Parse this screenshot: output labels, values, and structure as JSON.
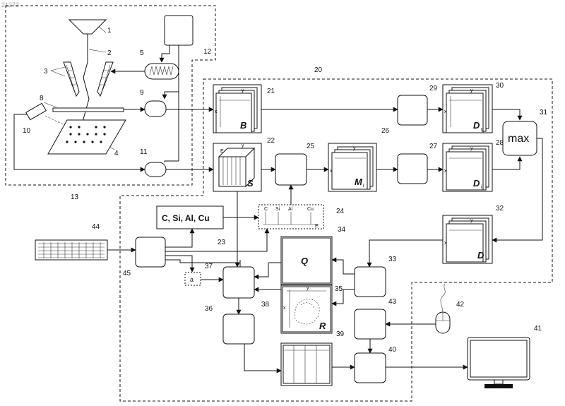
{
  "watermark": "21273",
  "labels": {
    "n1": "1",
    "n2": "2",
    "n3": "3",
    "n4": "4",
    "n5": "5",
    "n8": "8",
    "n9": "9",
    "n10": "10",
    "n11": "11",
    "n12": "12",
    "n13": "13",
    "n20": "20",
    "n21": "21",
    "n22": "22",
    "n23": "23",
    "n24": "24",
    "n25": "25",
    "n26": "26",
    "n27": "27",
    "n28": "28",
    "n29": "29",
    "n30": "30",
    "n31": "31",
    "n32": "32",
    "n33": "33",
    "n34": "34",
    "n35": "35",
    "n36": "36",
    "n37": "37",
    "n38": "38",
    "n39": "39",
    "n40": "40",
    "n41": "41",
    "n42": "42",
    "n43": "43",
    "n44": "44",
    "n45": "45"
  },
  "matrices": {
    "B": "B",
    "S": "S",
    "Mi": "M",
    "Mi_sub": "i",
    "Dg": "D",
    "Dg_sub": "g",
    "Di": "D",
    "Di_sub": "i",
    "D": "D",
    "Q": "Q",
    "R": "R"
  },
  "axes": {
    "x": "x",
    "y": "y",
    "E": "E"
  },
  "max_label": "max",
  "elements_label": "C, Si, Al, Cu",
  "spectrum_labels": [
    "C",
    "Si",
    "Al",
    "Cu"
  ],
  "spectrum_axis": "E",
  "a_label": "a"
}
